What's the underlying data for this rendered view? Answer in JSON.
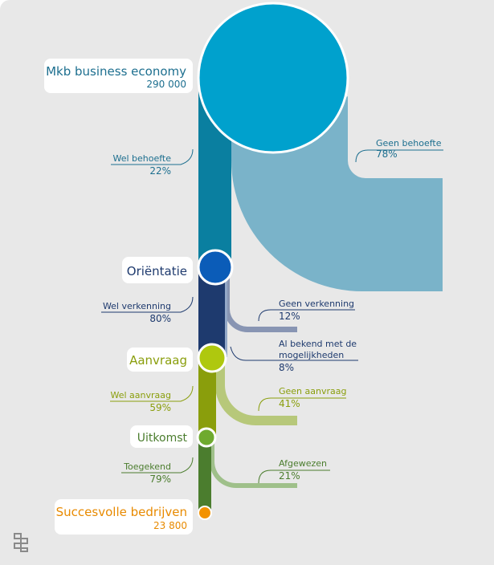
{
  "colors": {
    "background": "#e8e8e8",
    "main_circle": "#00a1cd",
    "geen_behoefte_band": "#7ab3c9",
    "wel_behoefte_band": "#0a7fa0",
    "orientatie_node": "#0b5cb8",
    "wel_verkenning_band": "#1e3a6e",
    "geen_verkenning_band": "#8895b3",
    "al_bekend_band": "#93a8c8",
    "aanvraag_node": "#afc80e",
    "wel_aanvraag_band": "#8a9e0c",
    "geen_aanvraag_band": "#b7c87a",
    "uitkomst_node": "#6faa2f",
    "toegekend_band": "#4b7d2e",
    "afgewezen_band": "#9fc08a",
    "success_node": "#f39200",
    "blue_text": "#1d6f8f",
    "navy_text": "#1e3a6e",
    "green_text": "#8a9e0c",
    "darkgreen_text": "#4b7d2e",
    "orange_text": "#e88a00"
  },
  "nodes": {
    "start": {
      "label": "Mkb business economy",
      "value": "290 000"
    },
    "orientatie": {
      "label": "Oriëntatie"
    },
    "aanvraag": {
      "label": "Aanvraag"
    },
    "uitkomst": {
      "label": "Uitkomst"
    },
    "end": {
      "label": "Succesvolle bedrijven",
      "value": "23 800"
    }
  },
  "flows": {
    "wel_behoefte": {
      "label": "Wel behoefte",
      "pct": "22%"
    },
    "geen_behoefte": {
      "label": "Geen behoefte",
      "pct": "78%"
    },
    "wel_verkenning": {
      "label": "Wel verkenning",
      "pct": "80%"
    },
    "geen_verkenning": {
      "label": "Geen verkenning",
      "pct": "12%"
    },
    "al_bekend": {
      "label_line1": "Al bekend met de",
      "label_line2": "mogelijkheden",
      "pct": "8%"
    },
    "wel_aanvraag": {
      "label": "Wel aanvraag",
      "pct": "59%"
    },
    "geen_aanvraag": {
      "label": "Geen aanvraag",
      "pct": "41%"
    },
    "toegekend": {
      "label": "Toegekend",
      "pct": "79%"
    },
    "afgewezen": {
      "label": "Afgewezen",
      "pct": "21%"
    }
  },
  "logo": {
    "icon": "cbs-logo-icon"
  }
}
